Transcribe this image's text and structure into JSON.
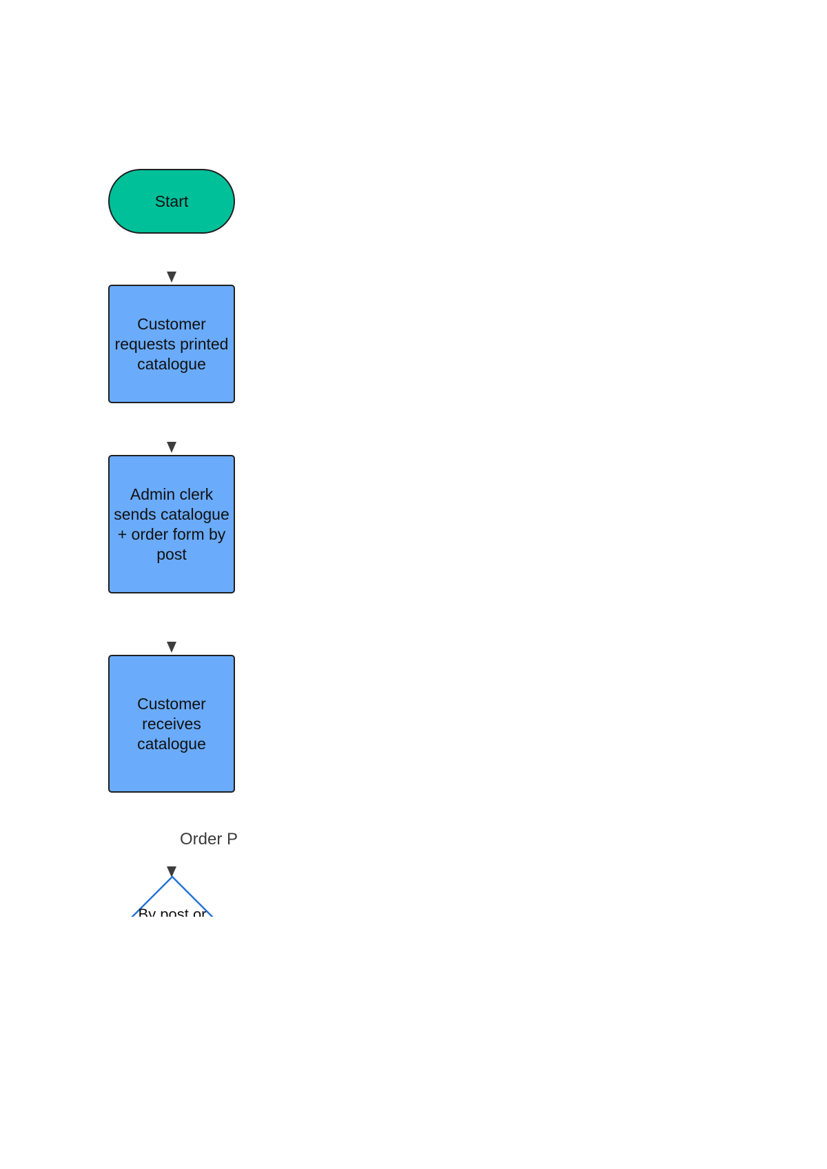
{
  "diagram": {
    "colors": {
      "terminal_fill": "#00c09a",
      "process_fill": "#6aabfb",
      "node_border": "#1f1f1f",
      "connector": "#3d3d3d",
      "decision_stroke": "#2473d6",
      "label_text": "#3b3b3b"
    },
    "nodes": {
      "start": {
        "label": "Start"
      },
      "request": {
        "label": "Customer requests printed catalogue"
      },
      "send": {
        "label": "Admin clerk sends catalogue + order form by post"
      },
      "receive": {
        "label": "Customer receives catalogue"
      },
      "decision": {
        "label": "By post or"
      }
    },
    "section_label": "Order P"
  }
}
